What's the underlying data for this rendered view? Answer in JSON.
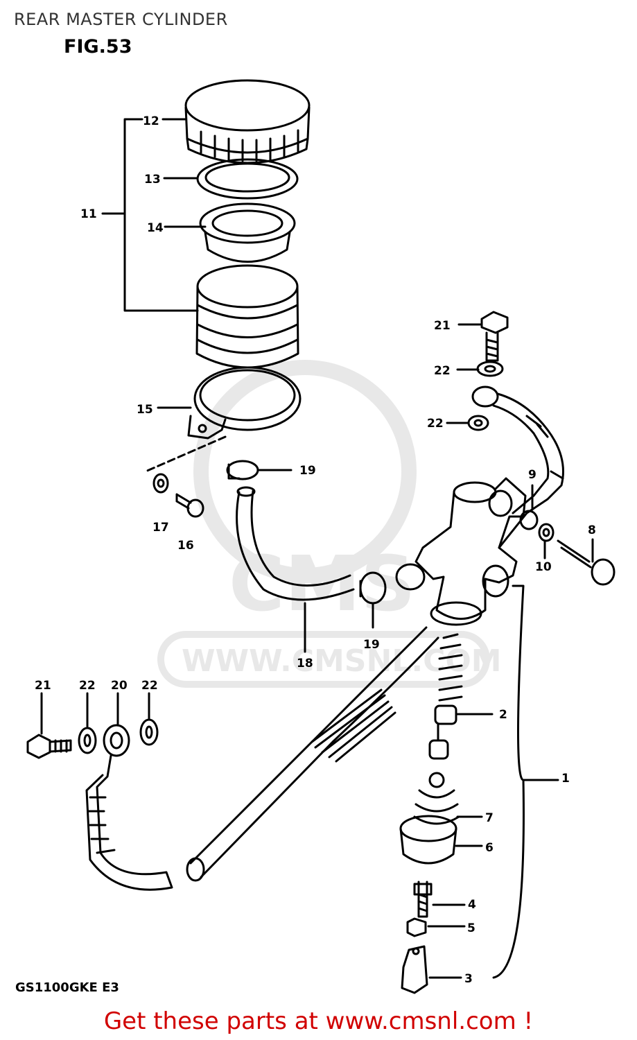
{
  "header": {
    "title": "REAR MASTER CYLINDER",
    "figure": "FIG.53"
  },
  "watermark": {
    "brand": "CMS",
    "url": "WWW.CMSNL.COM"
  },
  "callouts": {
    "p1": "1",
    "p2": "2",
    "p3": "3",
    "p4": "4",
    "p5": "5",
    "p6": "6",
    "p7": "7",
    "p8": "8",
    "p9": "9",
    "p10": "10",
    "p11": "11",
    "p12": "12",
    "p13": "13",
    "p14": "14",
    "p15": "15",
    "p16": "16",
    "p17": "17",
    "p18": "18",
    "p19a": "19",
    "p19b": "19",
    "p20": "20",
    "p21a": "21",
    "p21b": "21",
    "p22a": "22",
    "p22b": "22",
    "p22c": "22",
    "p22d": "22"
  },
  "model_code": "GS1100GKE E3",
  "footer": {
    "text": "Get these parts at www.cmsnl.com !"
  },
  "colors": {
    "line": "#000000",
    "footer": "#d10000",
    "watermark": "#e8e8e8"
  }
}
